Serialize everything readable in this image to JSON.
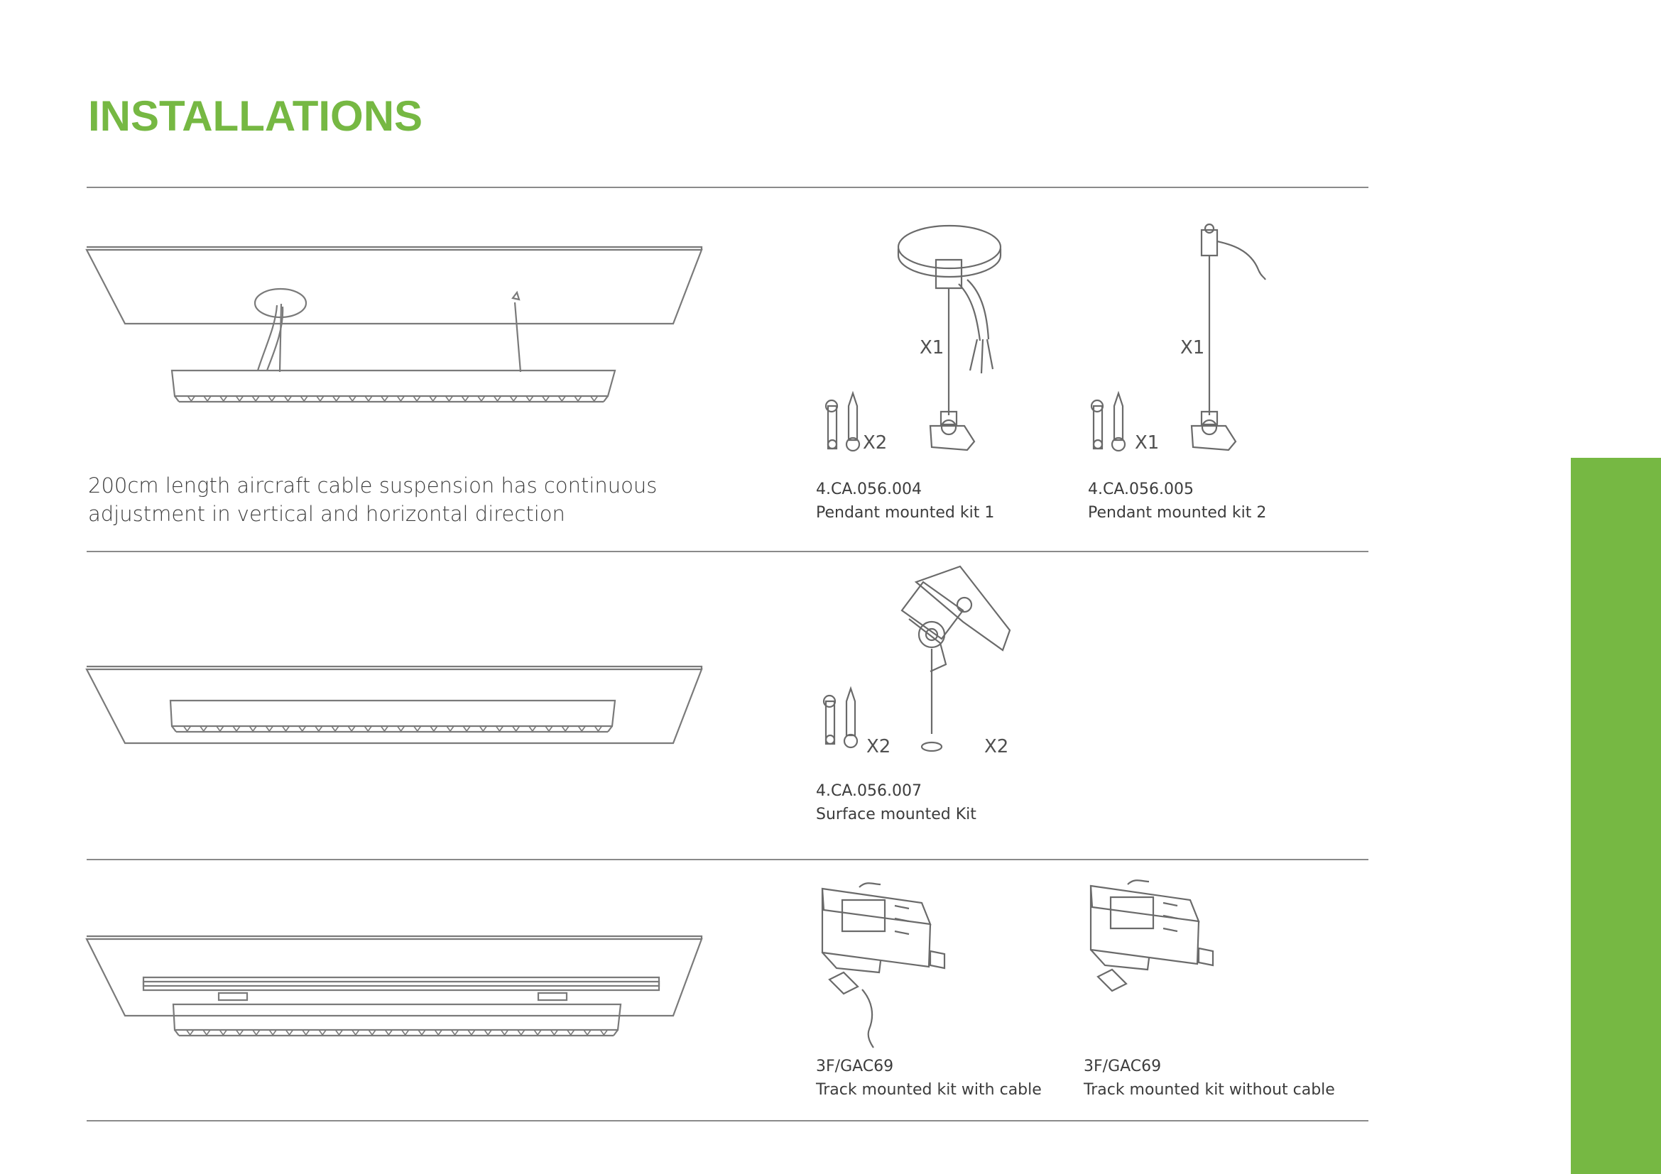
{
  "page": {
    "title": "INSTALLATIONS",
    "accent_color": "#76b843",
    "rule_color": "#8a8a8a"
  },
  "rows": [
    {
      "description_lines": [
        "200cm length aircraft cable suspension has continuous",
        "adjustment in vertical and horizontal direction"
      ],
      "kits": [
        {
          "code": "4.CA.056.004",
          "name": "Pendant mounted kit 1",
          "multipliers": [
            "X1",
            "X2"
          ],
          "icon": "pendant-kit-1-icon"
        },
        {
          "code": "4.CA.056.005",
          "name": "Pendant mounted kit 2",
          "multipliers": [
            "X1",
            "X1"
          ],
          "icon": "pendant-kit-2-icon"
        }
      ]
    },
    {
      "kits": [
        {
          "code": "4.CA.056.007",
          "name": "Surface mounted Kit",
          "multipliers": [
            "X2",
            "X2"
          ],
          "icon": "surface-kit-icon"
        }
      ]
    },
    {
      "kits": [
        {
          "code": "3F/GAC69",
          "name": "Track mounted kit with cable",
          "icon": "track-adapter-with-cable-icon"
        },
        {
          "code": "3F/GAC69",
          "name": "Track mounted kit without cable",
          "icon": "track-adapter-without-cable-icon"
        }
      ]
    }
  ]
}
